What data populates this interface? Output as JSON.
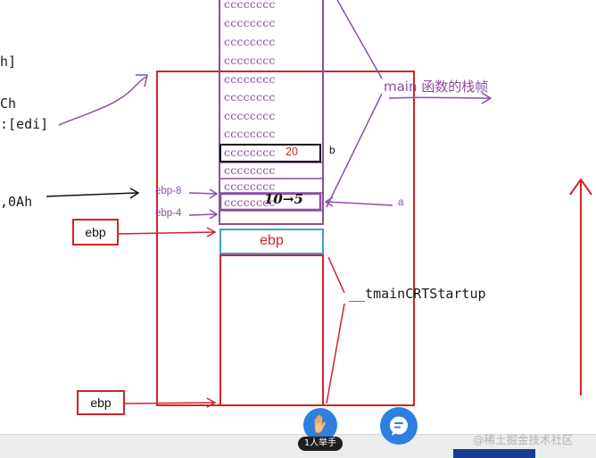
{
  "code_lines": [
    "h]",
    "Ch",
    ":[edi]",
    ",0Ah"
  ],
  "stack_cells": [
    "cccccccc",
    "cccccccc",
    "cccccccc",
    "cccccccc",
    "cccccccc",
    "cccccccc",
    "cccccccc",
    "cccccccc",
    "cccccccc",
    "cccccccc",
    "cccccccc",
    "cccccccc"
  ],
  "boxed_cell_b": {
    "text": "cccccccc",
    "value": "20"
  },
  "boxed_cell_a": {
    "text": "cccccccc",
    "value": "10→5"
  },
  "labels": {
    "main_frame": "main 函数的栈帧",
    "b": "b",
    "a": "a",
    "ebp_minus_8": "ebp-8",
    "ebp_minus_4": "ebp-4",
    "ebp_cyan": "ebp",
    "ebp_left_top": "ebp",
    "ebp_left_bottom": "ebp",
    "tmaincrtstartup": "__tmainCRTStartup"
  },
  "overlay": {
    "raise_hand": "1人举手",
    "watermark": "@稀土掘金技术社区"
  },
  "colors": {
    "red": "#d2232a",
    "purple": "#8a4fa0",
    "cyan": "#3aa0d8",
    "blue_button": "#2d7fe0"
  }
}
